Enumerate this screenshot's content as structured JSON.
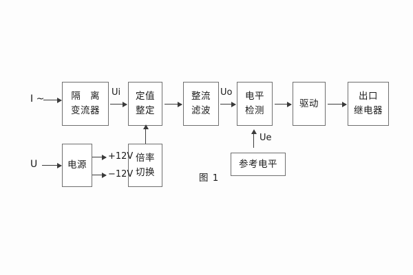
{
  "diagram": {
    "caption": "图 1",
    "inputs": [
      {
        "name": "current-input",
        "label": "I ~"
      },
      {
        "name": "voltage-input",
        "label": "U"
      }
    ],
    "blocks": [
      {
        "id": "isolation-transformer",
        "lines": [
          "隔 离",
          "变流器"
        ]
      },
      {
        "id": "setting-adjustment",
        "lines": [
          "定值",
          "整定"
        ]
      },
      {
        "id": "rectify-filter",
        "lines": [
          "整流",
          "滤波"
        ]
      },
      {
        "id": "level-detection",
        "lines": [
          "电平",
          "检测"
        ]
      },
      {
        "id": "drive",
        "lines": [
          "驱动"
        ]
      },
      {
        "id": "output-relay",
        "lines": [
          "出口",
          "继电器"
        ]
      },
      {
        "id": "power-supply",
        "lines": [
          "电源"
        ]
      },
      {
        "id": "multiplier-switch",
        "lines": [
          "倍率",
          "切换"
        ]
      },
      {
        "id": "reference-level",
        "lines": [
          "参考电平"
        ]
      }
    ],
    "signals": [
      {
        "id": "ui",
        "label": "Ui"
      },
      {
        "id": "uo",
        "label": "Uo"
      },
      {
        "id": "ue",
        "label": "Ue"
      },
      {
        "id": "rail-pos",
        "label": "+12V"
      },
      {
        "id": "rail-neg",
        "label": "−12V"
      }
    ]
  }
}
